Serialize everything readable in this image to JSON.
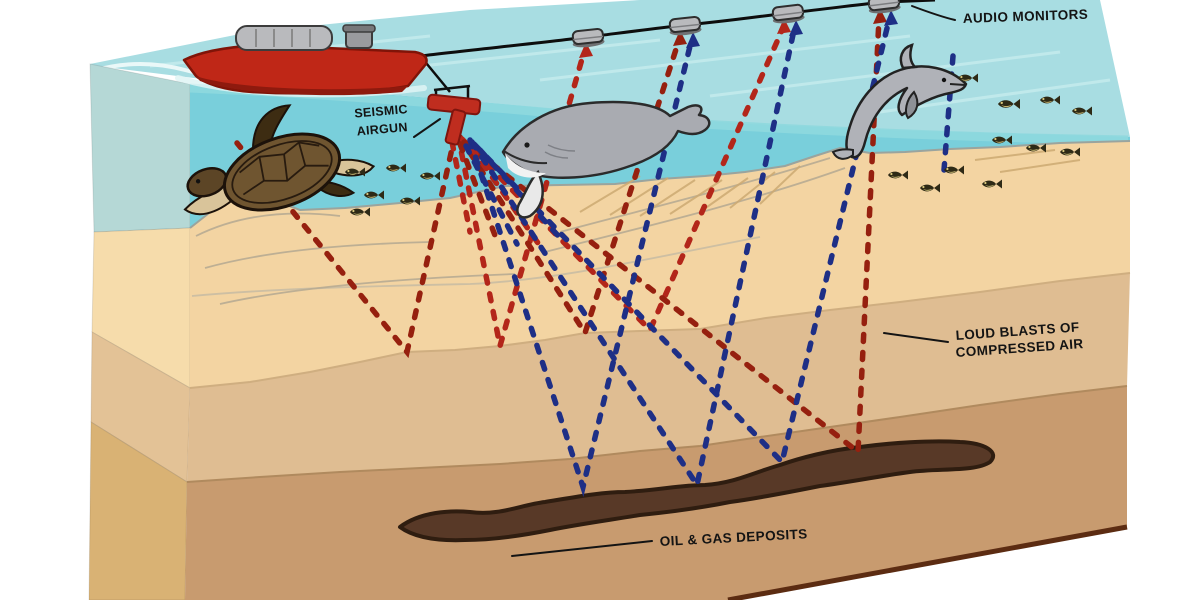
{
  "diagram": {
    "subject": "Seismic airgun ocean survey cross-section",
    "labels": {
      "seismic_airgun": {
        "line1": "SEISMIC",
        "line2": "AIRGUN"
      },
      "audio_monitors": "AUDIO MONITORS",
      "loud_blasts": {
        "line1": "LOUD BLASTS OF",
        "line2": "COMPRESSED AIR"
      },
      "oil_gas_deposits": "OIL & GAS DEPOSITS"
    },
    "entities": [
      {
        "name": "survey-ship",
        "color": "#bf2717"
      },
      {
        "name": "seismic-airgun",
        "color": "#bf2d1f"
      },
      {
        "name": "audio-monitors",
        "count": 4,
        "color": "#b9babd"
      },
      {
        "name": "blast-rays",
        "style": "red dashed",
        "color": "#b3261a"
      },
      {
        "name": "reflection-rays",
        "style": "blue dashed",
        "color": "#1e2f86"
      },
      {
        "name": "whale",
        "color": "#a9abb1"
      },
      {
        "name": "dolphin",
        "color": "#b0b2b8"
      },
      {
        "name": "sea-turtle",
        "color": "#6f5530"
      },
      {
        "name": "fish-schools",
        "count": 2
      },
      {
        "name": "oil-gas-deposit",
        "color": "#583927"
      }
    ],
    "colors": {
      "background": "#ffffff",
      "water_surface": "#a8dde2",
      "water_body": "#79cfdb",
      "sand_top": "#f3d4a2",
      "sand_mid": "#dfbd92",
      "sand_deep": "#c89b6f",
      "deposit": "#583927",
      "ray_red": "#b3261a",
      "ray_blue": "#1e2f86"
    }
  }
}
